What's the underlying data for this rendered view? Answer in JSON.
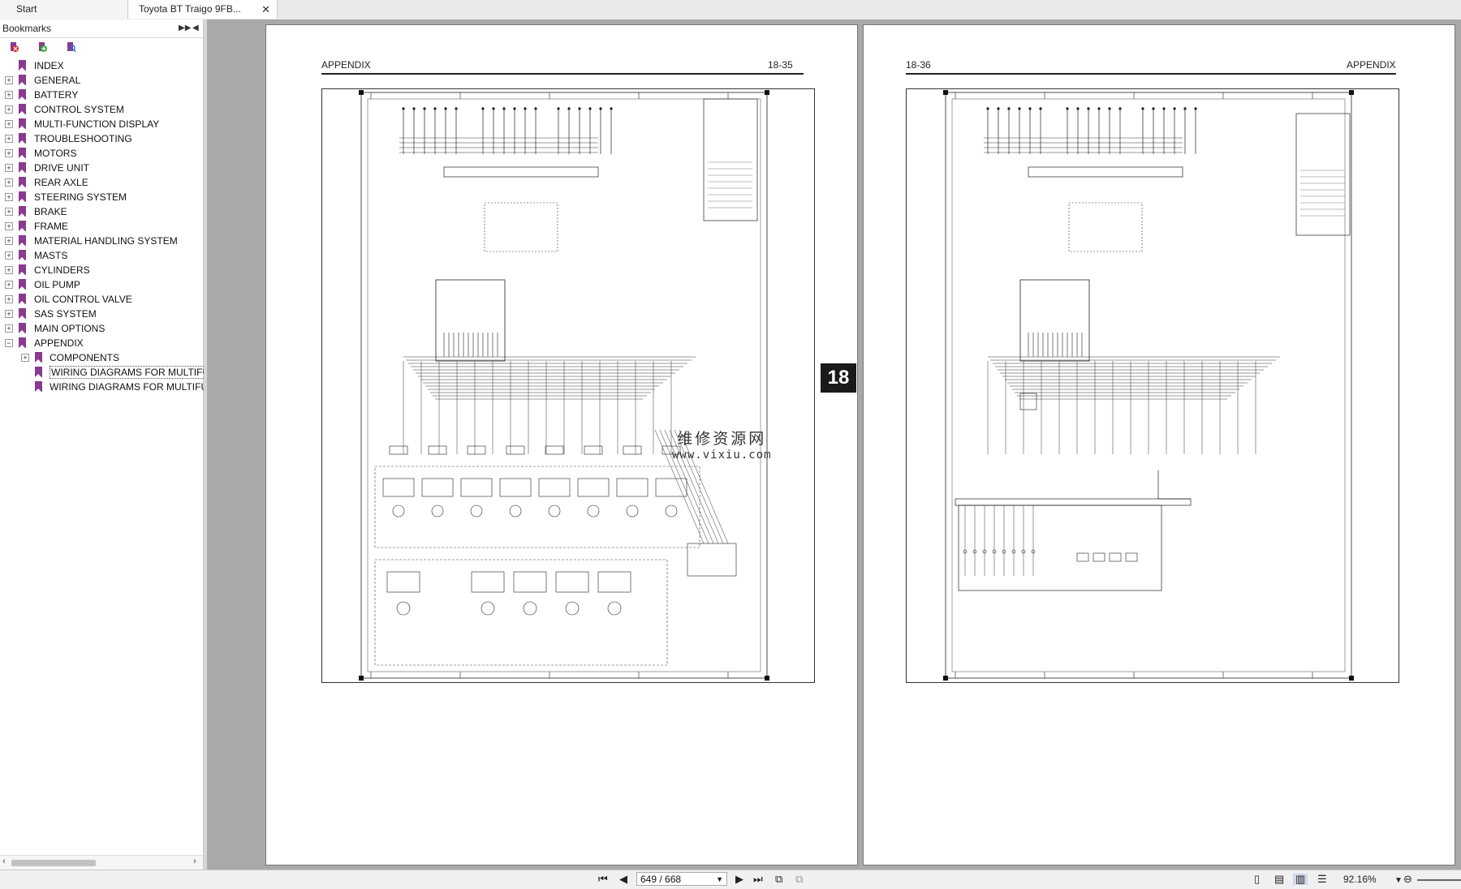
{
  "tabs": [
    {
      "label": "Start"
    },
    {
      "label": "Toyota BT Traigo 9FB..."
    }
  ],
  "sidebar": {
    "title": "Bookmarks",
    "items": [
      {
        "label": "INDEX"
      },
      {
        "label": "GENERAL"
      },
      {
        "label": "BATTERY"
      },
      {
        "label": "CONTROL SYSTEM"
      },
      {
        "label": "MULTI-FUNCTION DISPLAY"
      },
      {
        "label": "TROUBLESHOOTING"
      },
      {
        "label": "MOTORS"
      },
      {
        "label": "DRIVE UNIT"
      },
      {
        "label": "REAR AXLE"
      },
      {
        "label": "STEERING SYSTEM"
      },
      {
        "label": "BRAKE"
      },
      {
        "label": "FRAME"
      },
      {
        "label": "MATERIAL HANDLING SYSTEM"
      },
      {
        "label": "MASTS"
      },
      {
        "label": "CYLINDERS"
      },
      {
        "label": "OIL PUMP"
      },
      {
        "label": "OIL CONTROL VALVE"
      },
      {
        "label": "SAS SYSTEM"
      },
      {
        "label": "MAIN OPTIONS"
      },
      {
        "label": "APPENDIX"
      },
      {
        "label": "COMPONENTS"
      },
      {
        "label": "WIRING DIAGRAMS FOR MULTIFUN"
      },
      {
        "label": "WIRING DIAGRAMS FOR MULTIFUN"
      }
    ]
  },
  "pages": {
    "left": {
      "title": "APPENDIX",
      "number": "18-35"
    },
    "right": {
      "number": "18-36",
      "title": "APPENDIX"
    }
  },
  "section_tab": "18",
  "watermark": {
    "line1": "维修资源网",
    "line2": "www.vixiu.com"
  },
  "statusbar": {
    "page_value": "649 / 668",
    "zoom": "92.16%"
  }
}
